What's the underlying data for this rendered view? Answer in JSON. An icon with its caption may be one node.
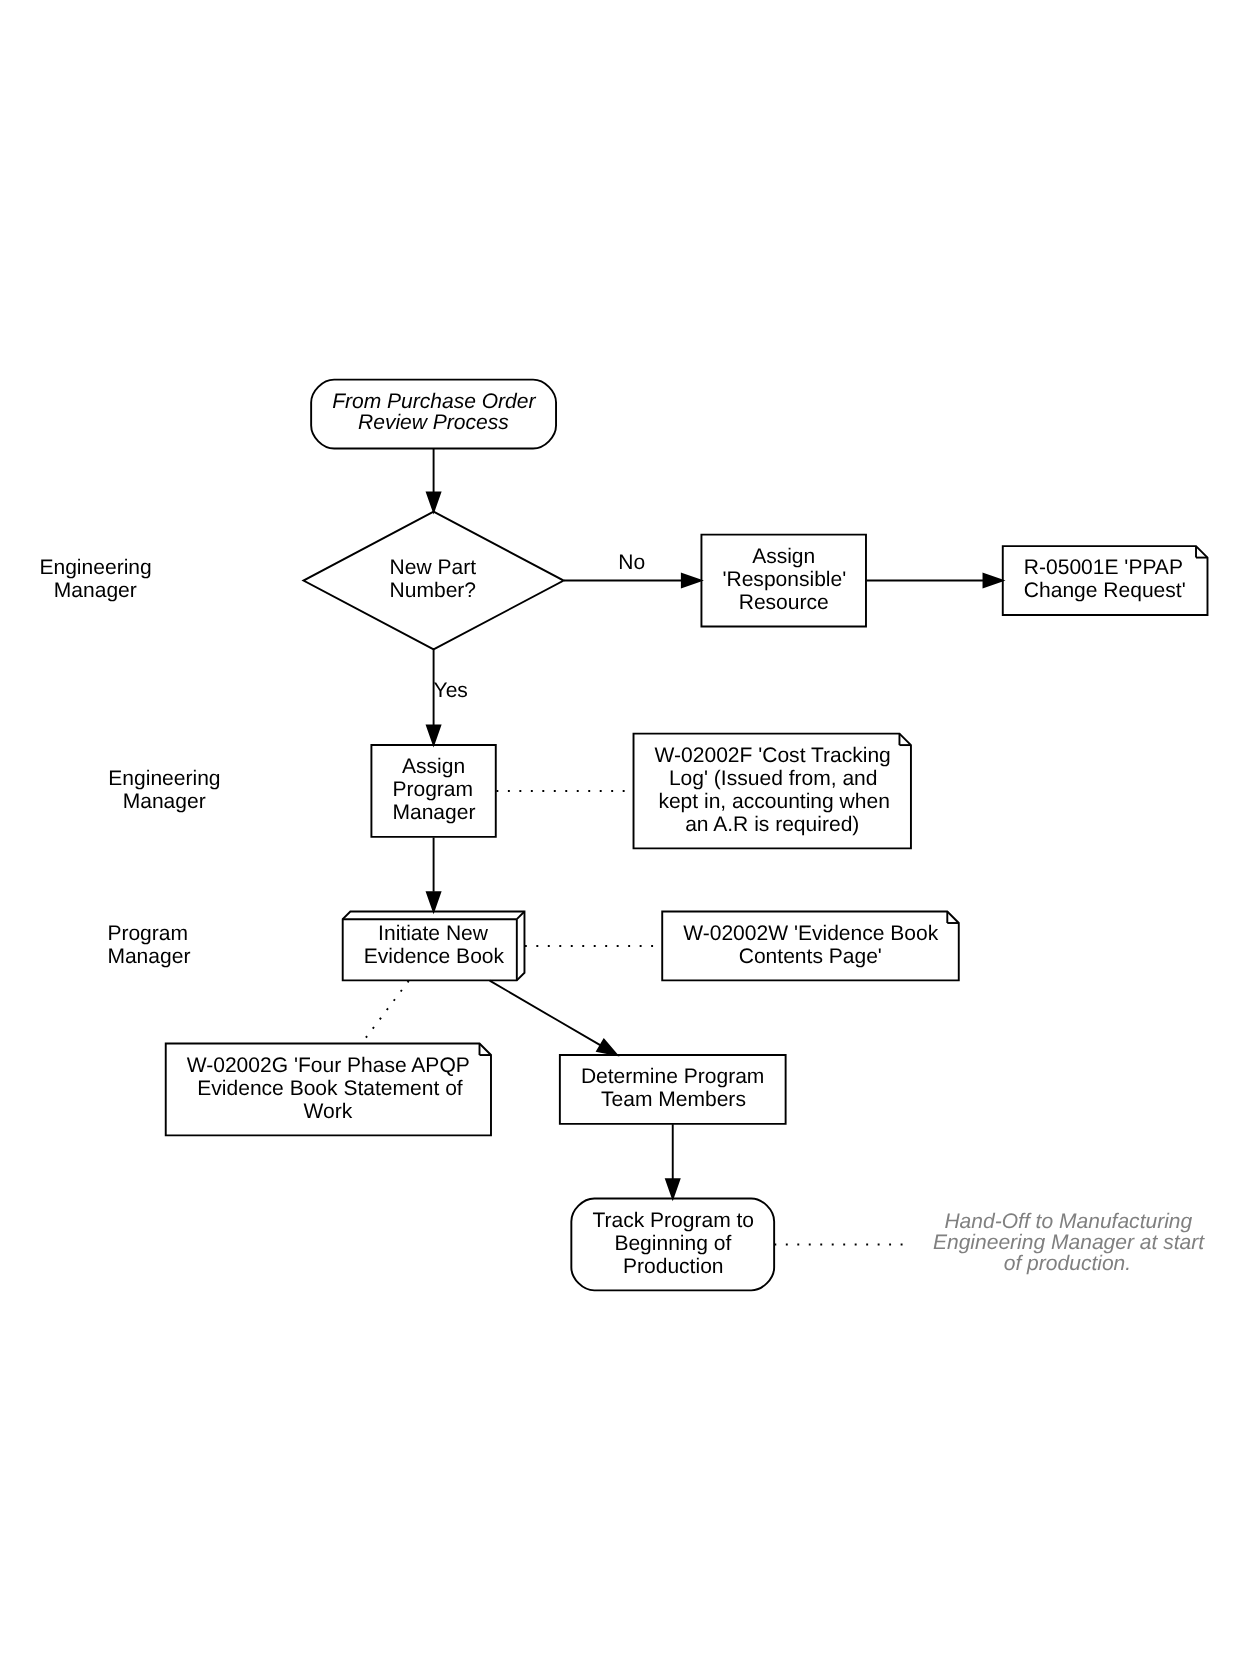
{
  "diagram": {
    "nodes": [
      {
        "text": [
          "From Purchase Order Review Process"
        ]
      },
      {
        "text": [
          "New Part Number?"
        ]
      },
      {
        "text": [
          "Assign 'Responsible' Resource"
        ]
      },
      {
        "text": [
          "R-05001E 'PPAP Change Request'"
        ]
      },
      {
        "text": [
          "Assign Program Manager"
        ]
      },
      {
        "text": [
          "W-02002F 'Cost Tracking Log' (Issued from, and kept in, accounting when an A.R is required)"
        ]
      },
      {
        "text": [
          "Initiate New Evidence Book"
        ]
      },
      {
        "text": [
          "W-02002W 'Evidence Book Contents Page'"
        ]
      },
      {
        "text": [
          "W-02002G 'Four Phase APQP Evidence Book Statement of Work"
        ]
      },
      {
        "text": [
          "Determine Program Team Members"
        ]
      },
      {
        "text": [
          "Track Program to Beginning of Production"
        ]
      },
      {
        "text": [
          "Hand-Off to Manufacturing Engineering Manager at start of production."
        ]
      }
    ],
    "edges": [
      {
        "from": 0,
        "to": 1,
        "arrow": "to"
      },
      {
        "from": 1,
        "to": 2,
        "arrow": "to",
        "label": "No"
      },
      {
        "from": 2,
        "to": 3,
        "arrow": "to"
      },
      {
        "from": 1,
        "to": 4,
        "arrow": "to",
        "label": "Yes"
      },
      {
        "from": 4,
        "to": 5,
        "arrow": "none",
        "style": "dashed"
      },
      {
        "from": 4,
        "to": 6,
        "arrow": "to"
      },
      {
        "from": 6,
        "to": 7,
        "arrow": "none",
        "style": "dashed"
      },
      {
        "from": 6,
        "to": 8,
        "arrow": "none",
        "style": "dashed"
      },
      {
        "from": 6,
        "to": 9,
        "arrow": "to"
      },
      {
        "from": 9,
        "to": 10,
        "arrow": "to"
      },
      {
        "from": 10,
        "to": 11,
        "arrow": "none",
        "style": "dashed"
      }
    ],
    "labels": [
      "Engineering Manager",
      "Engineering Manager",
      "Program Manager"
    ]
  }
}
